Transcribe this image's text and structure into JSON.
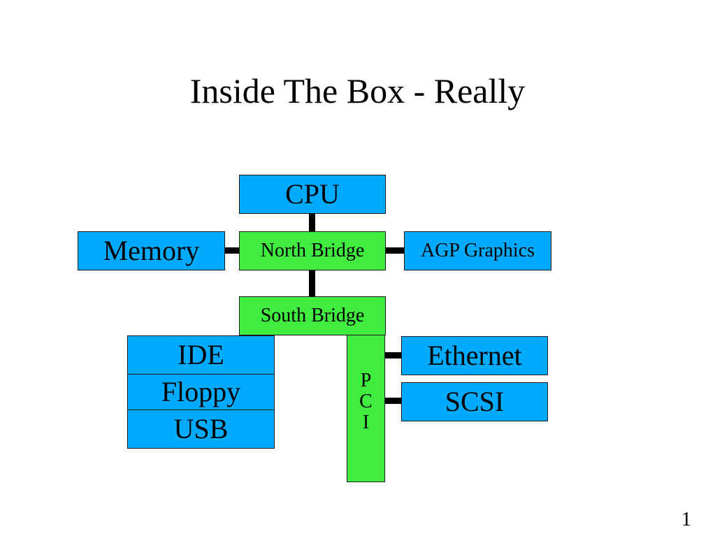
{
  "slide": {
    "title": "Inside The Box - Really",
    "page_number": "1"
  },
  "diagram": {
    "cpu": "CPU",
    "memory": "Memory",
    "north_bridge": "North Bridge",
    "agp_graphics": "AGP Graphics",
    "south_bridge": "South Bridge",
    "ide": "IDE",
    "floppy": "Floppy",
    "usb": "USB",
    "pci_letters": [
      "P",
      "C",
      "I"
    ],
    "ethernet": "Ethernet",
    "scsi": "SCSI"
  },
  "colors": {
    "component_blue": "#00aaff",
    "bridge_green": "#3fec3f",
    "connector": "#000000",
    "background": "#ffffff"
  }
}
